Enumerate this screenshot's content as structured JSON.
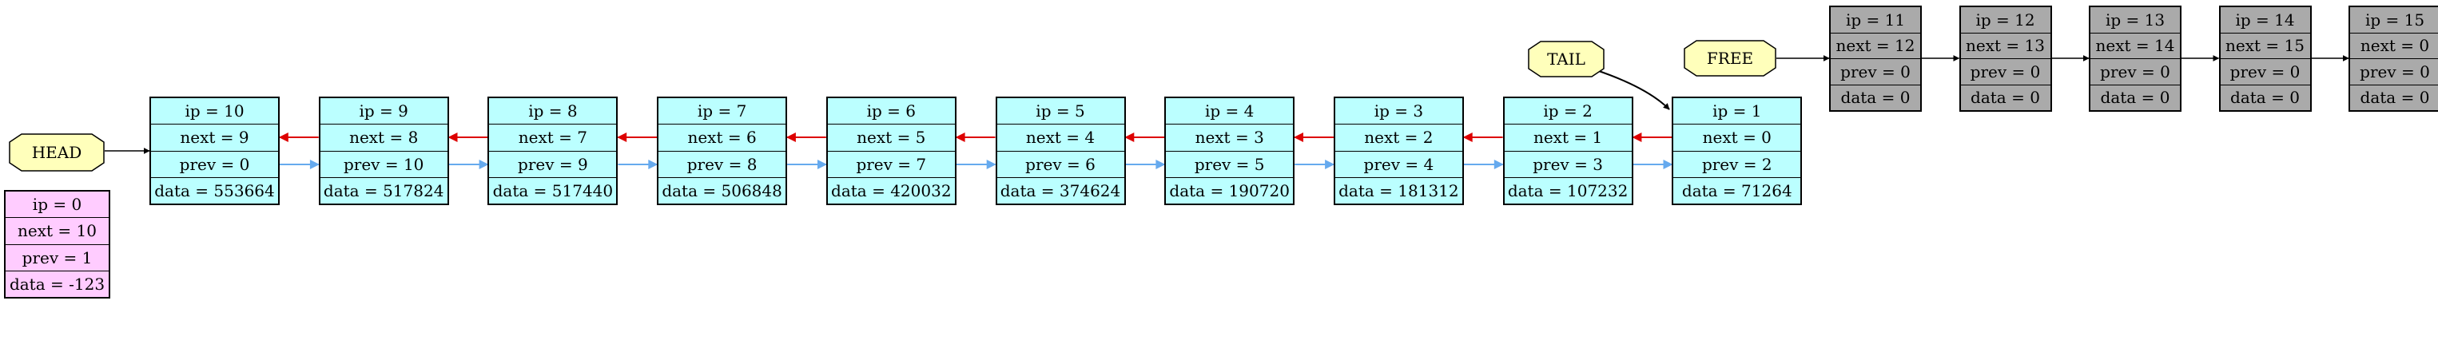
{
  "colors": {
    "zero_node": "#ffccff",
    "list_node": "#bbffff",
    "free_node": "#aaaaaa",
    "label_fill": "#ffffbb",
    "edge_next": "#000000",
    "edge_back": "#dd0000",
    "edge_fwd": "#66aaee"
  },
  "labels": {
    "head": "HEAD",
    "tail": "TAIL",
    "free": "FREE"
  },
  "zero_node": {
    "ip": "ip = 0",
    "next": "next = 10",
    "prev": "prev = 1",
    "data": "data = -123"
  },
  "list_nodes": [
    {
      "ip": "ip = 10",
      "next": "next = 9",
      "prev": "prev = 0",
      "data": "data = 553664"
    },
    {
      "ip": "ip = 9",
      "next": "next = 8",
      "prev": "prev = 10",
      "data": "data = 517824"
    },
    {
      "ip": "ip = 8",
      "next": "next = 7",
      "prev": "prev = 9",
      "data": "data = 517440"
    },
    {
      "ip": "ip = 7",
      "next": "next = 6",
      "prev": "prev = 8",
      "data": "data = 506848"
    },
    {
      "ip": "ip = 6",
      "next": "next = 5",
      "prev": "prev = 7",
      "data": "data = 420032"
    },
    {
      "ip": "ip = 5",
      "next": "next = 4",
      "prev": "prev = 6",
      "data": "data = 374624"
    },
    {
      "ip": "ip = 4",
      "next": "next = 3",
      "prev": "prev = 5",
      "data": "data = 190720"
    },
    {
      "ip": "ip = 3",
      "next": "next = 2",
      "prev": "prev = 4",
      "data": "data = 181312"
    },
    {
      "ip": "ip = 2",
      "next": "next = 1",
      "prev": "prev = 3",
      "data": "data = 107232"
    },
    {
      "ip": "ip = 1",
      "next": "next = 0",
      "prev": "prev = 2",
      "data": "data = 71264"
    }
  ],
  "free_nodes": [
    {
      "ip": "ip = 11",
      "next": "next = 12",
      "prev": "prev = 0",
      "data": "data = 0"
    },
    {
      "ip": "ip = 12",
      "next": "next = 13",
      "prev": "prev = 0",
      "data": "data = 0"
    },
    {
      "ip": "ip = 13",
      "next": "next = 14",
      "prev": "prev = 0",
      "data": "data = 0"
    },
    {
      "ip": "ip = 14",
      "next": "next = 15",
      "prev": "prev = 0",
      "data": "data = 0"
    },
    {
      "ip": "ip = 15",
      "next": "next = 0",
      "prev": "prev = 0",
      "data": "data = 0"
    }
  ]
}
